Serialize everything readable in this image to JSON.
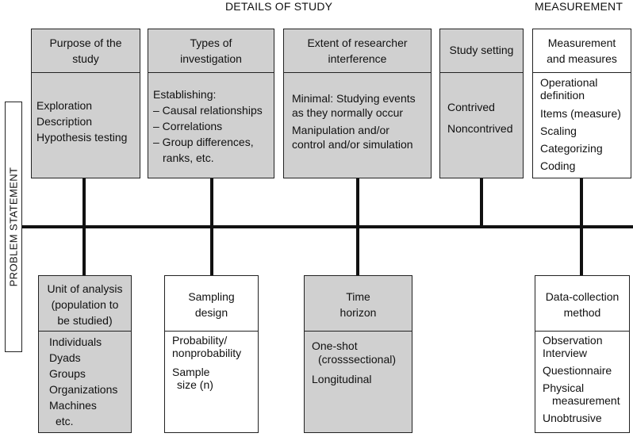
{
  "headers": {
    "details": "DETAILS OF STUDY",
    "measurement": "MEASUREMENT"
  },
  "side_label": "PROBLEM STATEMENT",
  "top_boxes": {
    "purpose": {
      "title": [
        "Purpose of the",
        "study"
      ],
      "items": [
        "Exploration",
        "Description",
        "Hypothesis testing"
      ]
    },
    "types": {
      "title": [
        "Types of",
        "investigation"
      ],
      "items": [
        "Establishing:",
        "– Causal relationships",
        "– Correlations",
        "– Group differences,",
        "ranks, etc."
      ]
    },
    "extent": {
      "title": [
        "Extent of researcher",
        "interference"
      ],
      "items": [
        "Minimal: Studying events",
        "as they normally occur",
        "Manipulation and/or",
        "control and/or simulation"
      ]
    },
    "setting": {
      "title": [
        "Study setting"
      ],
      "items": [
        "Contrived",
        "Noncontrived"
      ]
    },
    "measures": {
      "title": [
        "Measurement",
        "and measures"
      ],
      "items": [
        "Operational",
        "definition",
        "Items (measure)",
        "Scaling",
        "Categorizing",
        "Coding"
      ]
    }
  },
  "bottom_boxes": {
    "unit": {
      "title": [
        "Unit of analysis",
        "(population to",
        "be studied)"
      ],
      "items": [
        "Individuals",
        "Dyads",
        "Groups",
        "Organizations",
        "Machines",
        "etc."
      ]
    },
    "sampling": {
      "title": [
        "Sampling",
        "design"
      ],
      "items": [
        "Probability/",
        "nonprobability",
        "Sample",
        "size (n)"
      ]
    },
    "time": {
      "title": [
        "Time",
        "horizon"
      ],
      "items": [
        "One-shot",
        "(crosssectional)",
        "Longitudinal"
      ]
    },
    "datacollection": {
      "title": [
        "Data-collection",
        "method"
      ],
      "items": [
        "Observation",
        "Interview",
        "Questionnaire",
        "Physical",
        "measurement",
        "Unobtrusive"
      ]
    }
  }
}
